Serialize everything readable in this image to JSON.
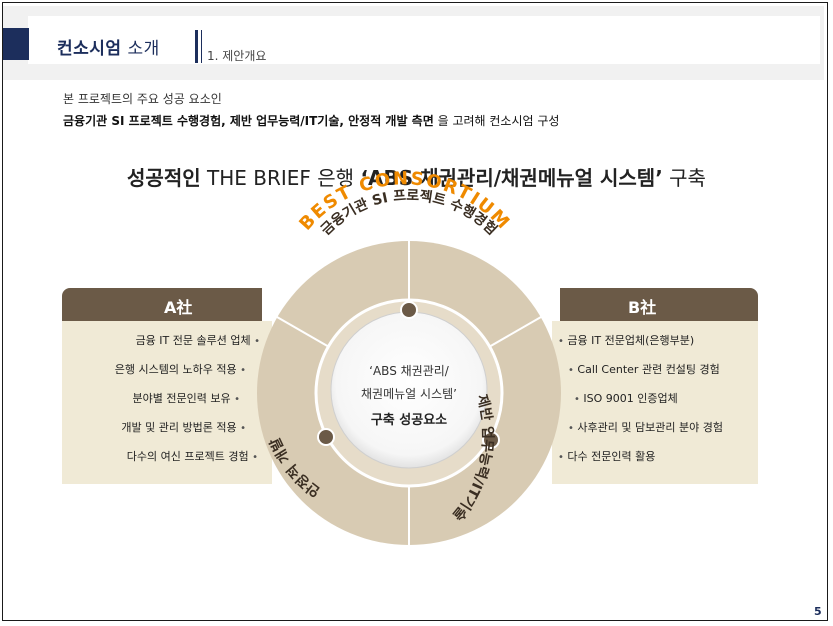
{
  "header": {
    "title_bold": "컨소시엄",
    "title_rest": "소개",
    "subtitle": "1. 제안개요"
  },
  "intro": "본 프로젝트의 주요 성공 요소인",
  "summary": {
    "factors": "금융기관 SI 프로젝트 수행경험, 제반 업무능력/IT기술, 안정적 개발 측면",
    "rest": "을 고려해 컨소시엄 구성"
  },
  "headline": {
    "lead": "성공적인",
    "middle": "THE BRIEF 은행",
    "system": "‘ABS 채권관리/채권메뉴얼 시스템’",
    "tail": "구축"
  },
  "arc_title": "BEST CONSORTIUM",
  "ring": {
    "top": "금융기관 SI 프로젝트 수행경험",
    "right": "제반 업무능력/IT기술",
    "left": "안정적 개발"
  },
  "center": {
    "line1": "‘ABS 채권관리/",
    "line2": "채권메뉴얼 시스템’",
    "line3": "구축 성공요소"
  },
  "company_a": {
    "name": "A社",
    "items": [
      "금융 IT 전문  솔루션 업체",
      "은행 시스템의 노하우 적용",
      "분야별 전문인력 보유",
      "개발 및 관리 방법론 적용",
      "다수의 여신 프로젝트 경험"
    ]
  },
  "company_b": {
    "name": "B社",
    "items": [
      "금융 IT 전문업체(은행부분)",
      "Call Center 관련 컨설팅 경험",
      "ISO 9001 인증업체",
      "사후관리 및 담보관리 분야 경험",
      "다수 전문인력 활용"
    ]
  },
  "page_number": "5",
  "colors": {
    "navy": "#1c2e5c",
    "brown": "#6b5a47",
    "beige": "#f0ead6",
    "ring": "#d8cbb3",
    "orange": "#ef8a00"
  }
}
